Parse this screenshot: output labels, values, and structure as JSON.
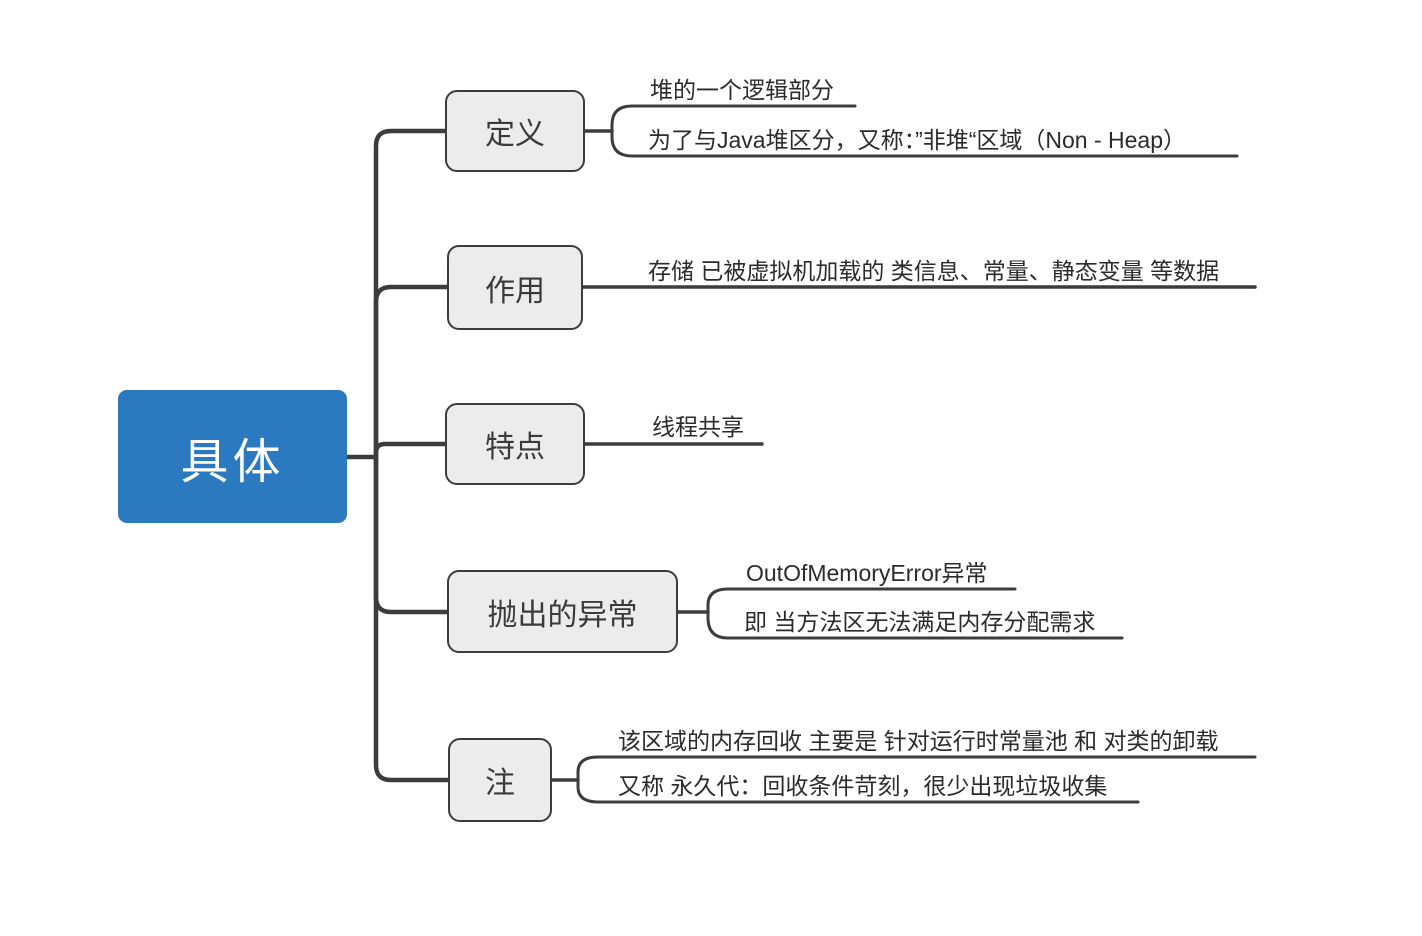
{
  "root": {
    "label": "具体"
  },
  "branches": [
    {
      "label": "定义",
      "children": [
        "堆的一个逻辑部分",
        "为了与Java堆区分，又称：”非堆“区域（Non - Heap）"
      ]
    },
    {
      "label": "作用",
      "children": [
        "存储 已被虚拟机加载的 类信息、常量、静态变量 等数据"
      ]
    },
    {
      "label": "特点",
      "children": [
        "线程共享"
      ]
    },
    {
      "label": "抛出的异常",
      "children": [
        "OutOfMemoryError异常",
        "即 当方法区无法满足内存分配需求"
      ]
    },
    {
      "label": "注",
      "children": [
        "该区域的内存回收 主要是 针对运行时常量池 和 对类的卸载",
        "又称 永久代：回收条件苛刻，很少出现垃圾收集"
      ]
    }
  ],
  "colors": {
    "root_fill": "#2b79be",
    "root_text": "#ffffff",
    "topic_fill": "#ececec",
    "line": "#3c3c3c",
    "text": "#2b2b2b",
    "background": "#ffffff"
  }
}
